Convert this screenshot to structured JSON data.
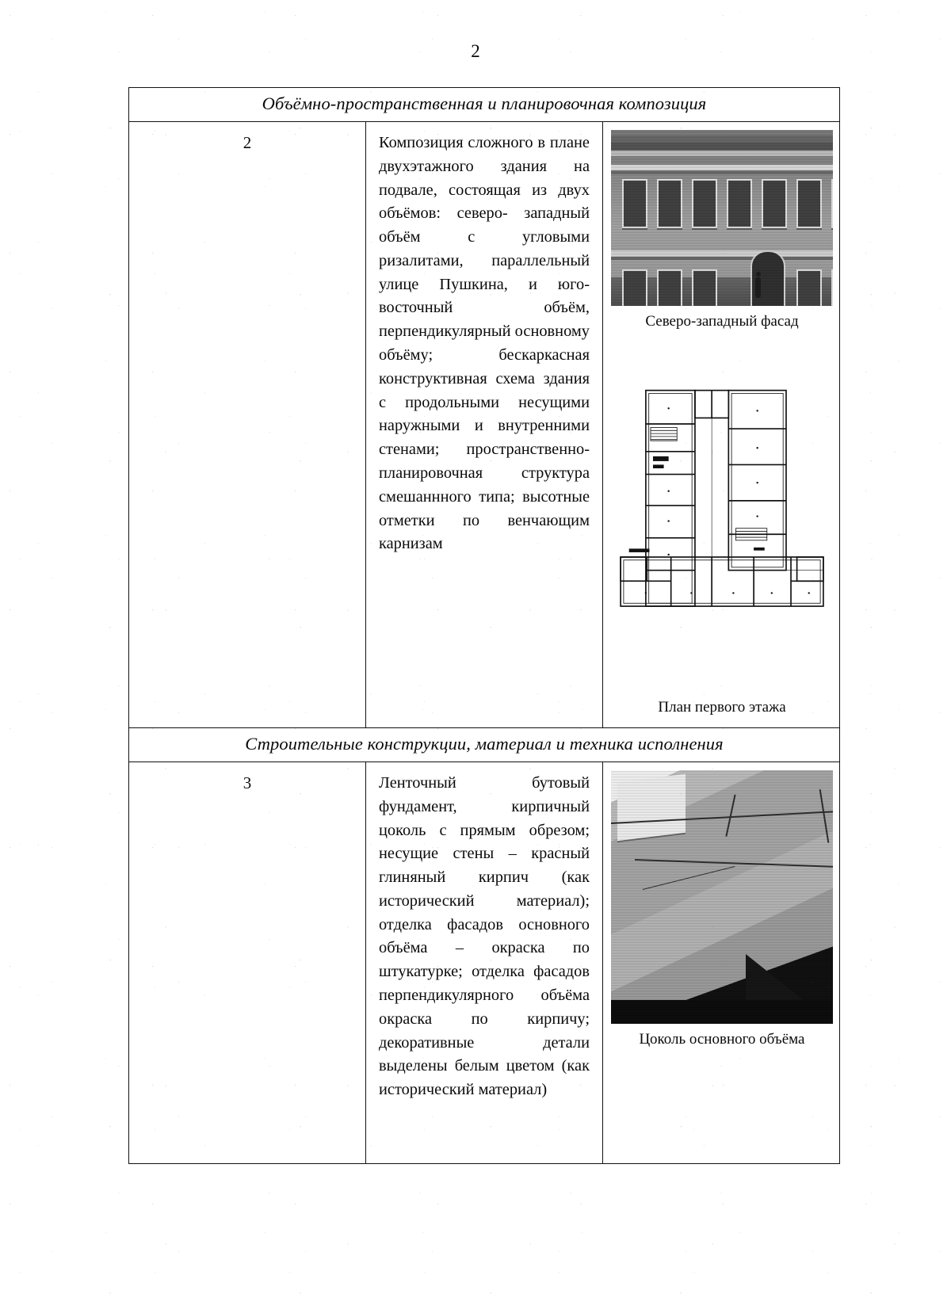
{
  "page": {
    "number": "2"
  },
  "table": {
    "sections": [
      {
        "title": "Объёмно-пространственная и планировочная композиция"
      },
      {
        "title": "Строительные конструкции, материал и техника исполнения"
      }
    ],
    "rows": [
      {
        "number": "2",
        "text": "Композиция сложного в плане двухэтажного здания на подвале, состоящая из двух объёмов: северо- западный объём с угловыми ризалитами, параллельный улице Пушкина, и юго-восточный объём, перпендикулярный основному объёму; бескаркасная конструктивная схема здания с продольными несущими наружными и внутренними стенами; пространственно-планировочная структура смешаннного типа; высотные отметки по венчающим карнизам",
        "figures": [
          {
            "caption": "Северо-западный фасад",
            "kind": "photo-facade"
          },
          {
            "caption": "План первого этажа",
            "kind": "drawing-floor-plan"
          }
        ]
      },
      {
        "number": "3",
        "text": "Ленточный бутовый фундамент, кирпичный цоколь с прямым обрезом; несущие стены – красный глиняный кирпич (как исторический материал); отделка фасадов основного объёма – окраска по штукатурке; отделка фасадов перпендикулярного объёма окраска по кирпичу; декоративные детали выделены белым цветом (как исторический материал)",
        "figures": [
          {
            "caption": "Цоколь основного объёма",
            "kind": "photo-plinth"
          }
        ]
      }
    ]
  },
  "colors": {
    "ink": "#0a0a0a",
    "rule": "#111111",
    "paper": "#ffffff"
  }
}
